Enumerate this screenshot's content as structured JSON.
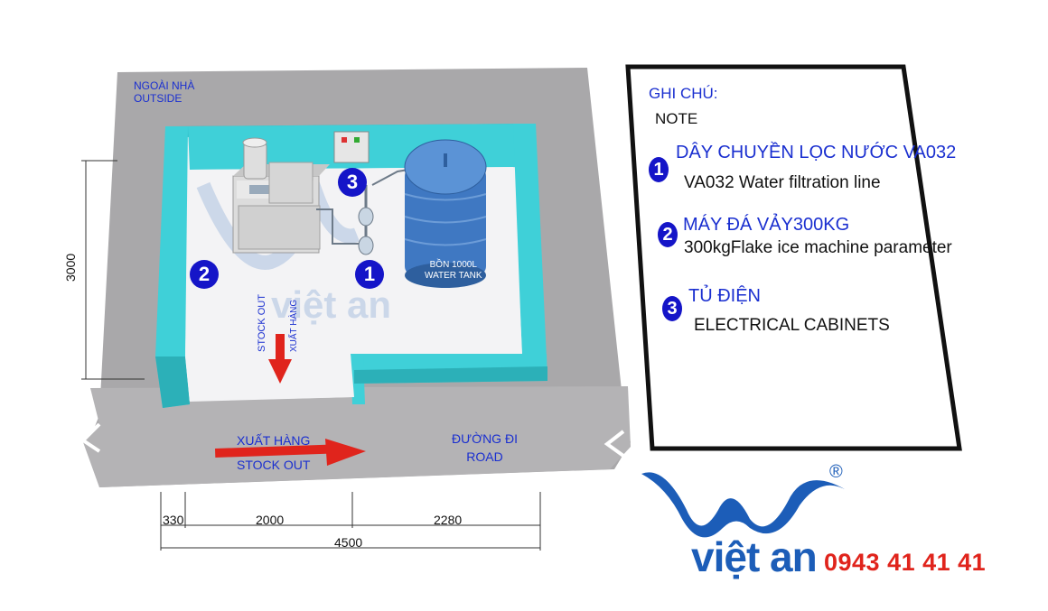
{
  "diagram": {
    "outside_label_vi": "NGOÀI NHÀ",
    "outside_label_en": "OUTSIDE",
    "tank_label_vi": "BỒN 1000L",
    "tank_label_en": "WATER TANK",
    "stock_out_vertical_en": "STOCK OUT",
    "stock_out_vertical_vi": "XUẤT HÀNG",
    "stock_out_vi": "XUẤT HÀNG",
    "stock_out_en": "STOCK OUT",
    "road_vi": "ĐƯỜNG ĐI",
    "road_en": "ROAD",
    "markers": [
      "1",
      "2",
      "3"
    ],
    "dimensions": {
      "height": "3000",
      "seg_1": "330",
      "seg_2": "2000",
      "seg_3": "2280",
      "total": "4500"
    },
    "watermark": "việt an"
  },
  "notes": {
    "heading": "GHI CHÚ:",
    "heading_en": "NOTE",
    "items": [
      {
        "num": "1",
        "title": "DÂY CHUYỀN LỌC NƯỚC VA032",
        "desc": "VA032  Water filtration line"
      },
      {
        "num": "2",
        "title": "MÁY ĐÁ VẢY300KG",
        "desc": "300kgFlake ice machine parameter"
      },
      {
        "num": "3",
        "title": "TỦ ĐIỆN",
        "desc": "ELECTRICAL CABINETS"
      }
    ]
  },
  "branding": {
    "name": "việt an",
    "registered": "®",
    "phone": "0943 41 41 41"
  },
  "colors": {
    "wall": "#3fd0d8",
    "floor": "#f4f4f6",
    "ground": "#a9a8aa",
    "marker": "#1515c8",
    "arrow": "#e0241c",
    "text_blue": "#1a2fd0",
    "brand_blue": "#1c5db8",
    "phone_red": "#e0241c"
  }
}
